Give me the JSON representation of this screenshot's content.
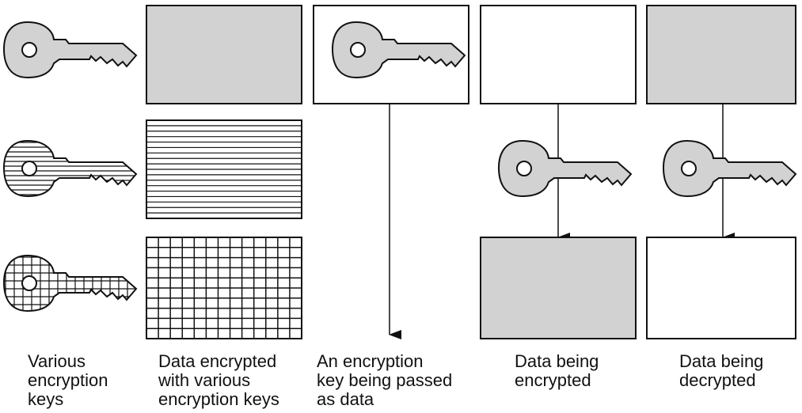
{
  "colors": {
    "gray_fill": "#d2d2d2",
    "white_fill": "#ffffff",
    "stroke": "#111111"
  },
  "legend": {
    "keys": [
      {
        "name": "solid-gray-key",
        "pattern": "solid-gray"
      },
      {
        "name": "striped-key",
        "pattern": "horizontal-lines"
      },
      {
        "name": "grid-key",
        "pattern": "grid"
      }
    ],
    "data_boxes": [
      {
        "name": "solid-gray-data",
        "pattern": "solid-gray"
      },
      {
        "name": "striped-data",
        "pattern": "horizontal-lines"
      },
      {
        "name": "grid-data",
        "pattern": "grid"
      }
    ]
  },
  "captions": [
    {
      "id": "various-keys",
      "lines": [
        "Various",
        "encryption",
        "keys"
      ]
    },
    {
      "id": "data-encrypted",
      "lines": [
        "Data encrypted",
        "with various",
        "encryption keys"
      ]
    },
    {
      "id": "key-passed",
      "lines": [
        "An encryption",
        "key being passed",
        "as data"
      ]
    },
    {
      "id": "data-encrypting",
      "lines": [
        "Data being",
        "encrypted"
      ]
    },
    {
      "id": "data-decrypting",
      "lines": [
        "Data being",
        "decrypted"
      ]
    }
  ]
}
